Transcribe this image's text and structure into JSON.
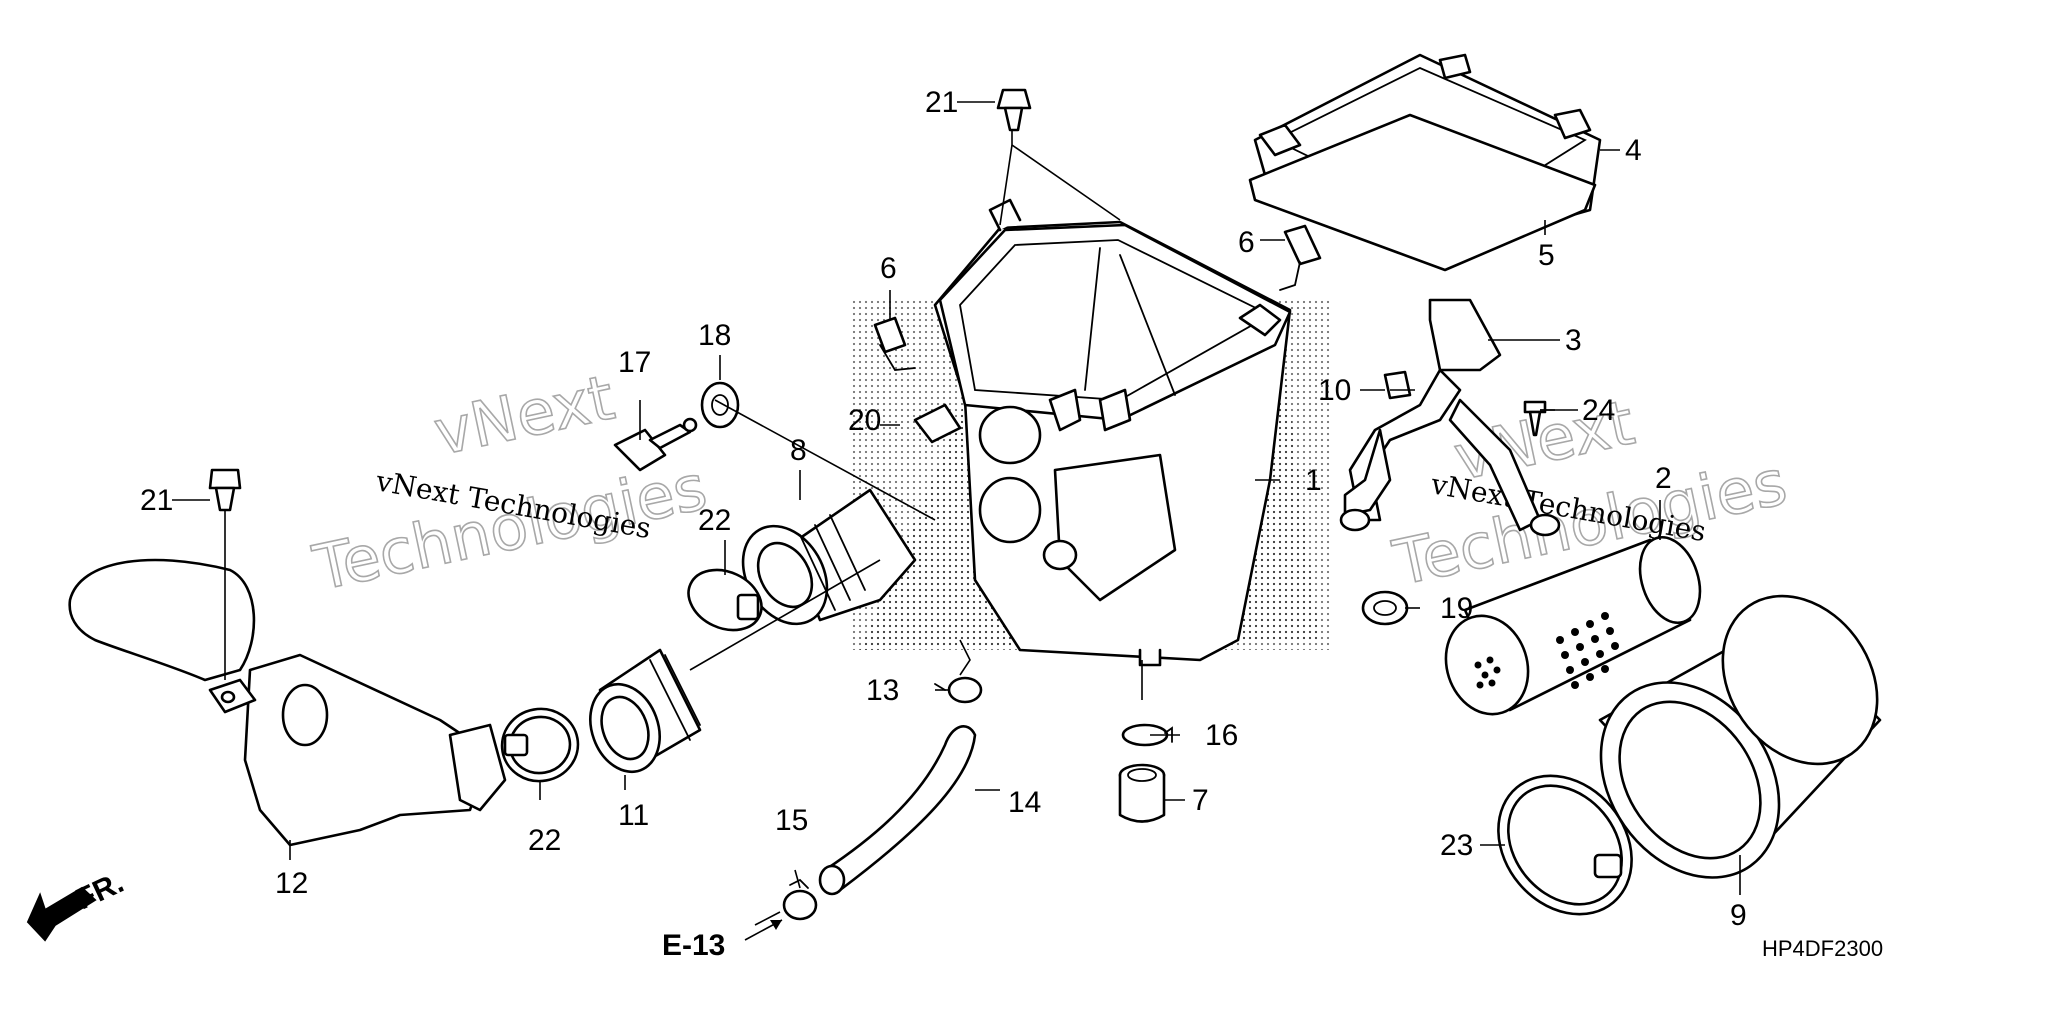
{
  "diagram": {
    "code": "HP4DF2300",
    "reference": "E-13",
    "front_label": "FR.",
    "watermark": {
      "brand_top": "vNext",
      "brand_bottom": "Technologies",
      "brand_line": "vNext Technologies"
    },
    "callouts": {
      "c1": "1",
      "c2": "2",
      "c3": "3",
      "c4": "4",
      "c5": "5",
      "c6a": "6",
      "c6b": "6",
      "c7": "7",
      "c8": "8",
      "c9": "9",
      "c10": "10",
      "c11": "11",
      "c12": "12",
      "c13": "13",
      "c14": "14",
      "c15": "15",
      "c16": "16",
      "c17": "17",
      "c18": "18",
      "c19": "19",
      "c20": "20",
      "c21a": "21",
      "c21b": "21",
      "c22a": "22",
      "c22b": "22",
      "c23": "23",
      "c24": "24"
    }
  }
}
